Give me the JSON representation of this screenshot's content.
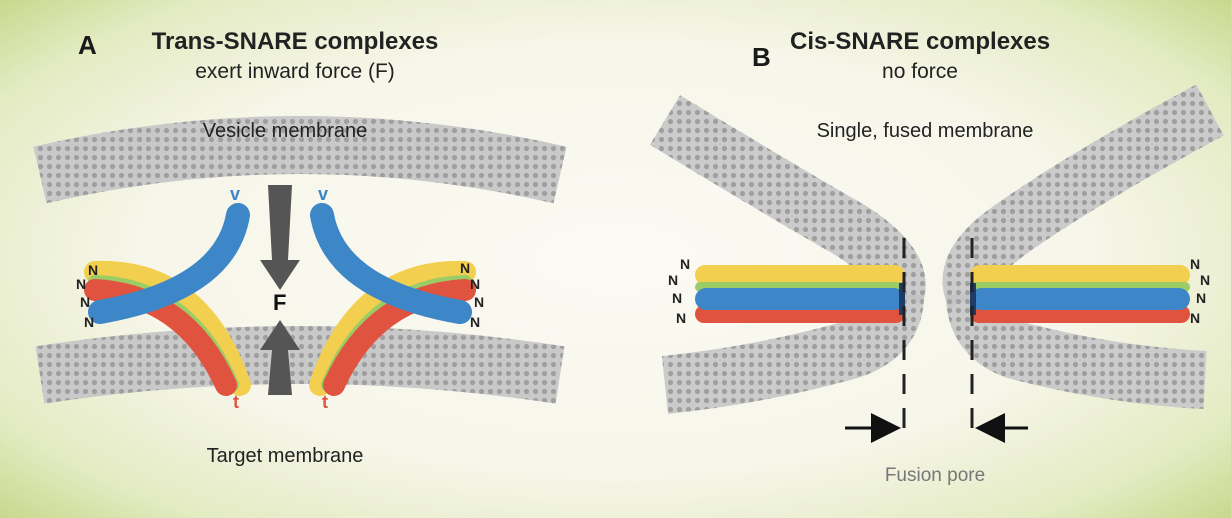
{
  "panels": [
    {
      "letter": "A",
      "title": "Trans-SNARE complexes",
      "subtitle": "exert inward force (F)",
      "top_label": "Vesicle membrane",
      "bottom_label": "Target membrane",
      "v_label": "v",
      "t_label": "t",
      "force_label": "F"
    },
    {
      "letter": "B",
      "title": "Cis-SNARE complexes",
      "subtitle": "no force",
      "top_label": "Single, fused membrane",
      "bottom_label": "Fusion pore"
    }
  ],
  "terminus_label": "N",
  "colors": {
    "v_snare": "#3d86c8",
    "t_snare_red": "#e0533f",
    "t_snare_yellow": "#f2cf4e",
    "t_snare_green": "#9ccc65",
    "membrane": "#b9b9b9",
    "force_arrow": "#555555",
    "background_edge": "#c3d685"
  }
}
